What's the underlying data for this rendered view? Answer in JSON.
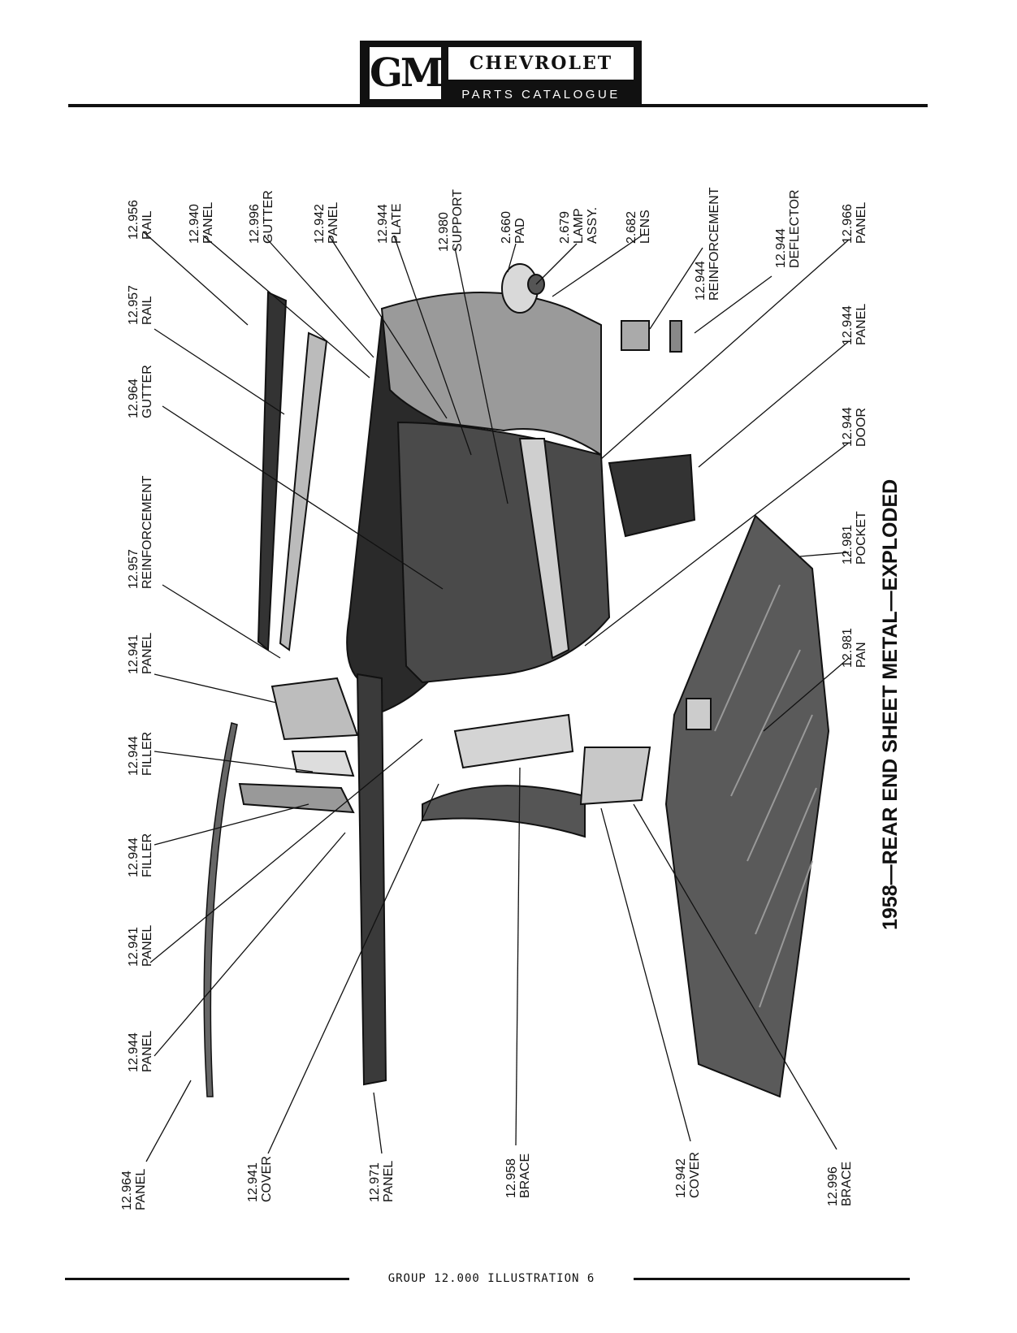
{
  "header": {
    "logo_text": "GM",
    "brand": "CHEVROLET",
    "subtitle": "PARTS CATALOGUE"
  },
  "illustration_title": "1958—REAR END SHEET METAL—EXPLODED",
  "footer": "GROUP 12.000 ILLUSTRATION 6",
  "labels_top": [
    {
      "number": "12.956",
      "name": "RAIL"
    },
    {
      "number": "12.940",
      "name": "PANEL"
    },
    {
      "number": "12.996",
      "name": "GUTTER"
    },
    {
      "number": "12.942",
      "name": "PANEL"
    },
    {
      "number": "12.944",
      "name": "PLATE"
    },
    {
      "number": "12.980",
      "name": "SUPPORT"
    },
    {
      "number": "2.660",
      "name": "PAD"
    },
    {
      "number": "2.679",
      "name": "LAMP",
      "name2": "ASSY."
    },
    {
      "number": "2.682",
      "name": "LENS"
    },
    {
      "number": "12.944",
      "name": "REINFORCEMENT"
    },
    {
      "number": "12.944",
      "name": "DEFLECTOR"
    },
    {
      "number": "12.966",
      "name": "PANEL"
    }
  ],
  "labels_left": [
    {
      "number": "12.957",
      "name": "RAIL"
    },
    {
      "number": "12.964",
      "name": "GUTTER"
    },
    {
      "number": "12.957",
      "name": "REINFORCEMENT"
    },
    {
      "number": "12.941",
      "name": "PANEL"
    },
    {
      "number": "12.944",
      "name": "FILLER"
    },
    {
      "number": "12.944",
      "name": "FILLER"
    },
    {
      "number": "12.941",
      "name": "PANEL"
    },
    {
      "number": "12.944",
      "name": "PANEL"
    },
    {
      "number": "12.964",
      "name": "PANEL"
    }
  ],
  "labels_bottom": [
    {
      "number": "12.941",
      "name": "COVER"
    },
    {
      "number": "12.971",
      "name": "PANEL"
    },
    {
      "number": "12.958",
      "name": "BRACE"
    },
    {
      "number": "12.942",
      "name": "COVER"
    },
    {
      "number": "12.996",
      "name": "BRACE"
    }
  ],
  "labels_right": [
    {
      "number": "12.944",
      "name": "PANEL"
    },
    {
      "number": "12.944",
      "name": "DOOR"
    },
    {
      "number": "12.981",
      "name": "POCKET"
    },
    {
      "number": "12.981",
      "name": "PAN"
    }
  ]
}
